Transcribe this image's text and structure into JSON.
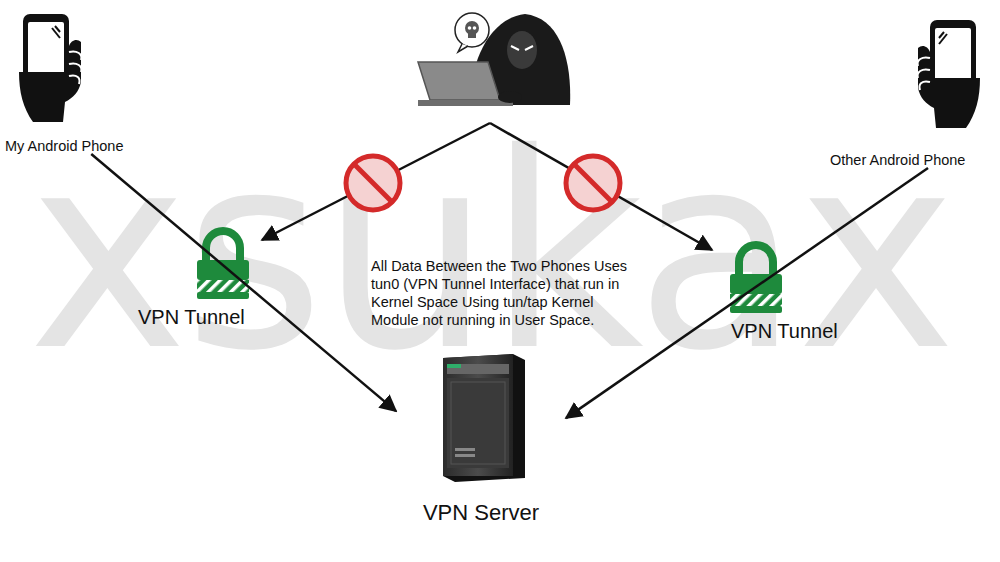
{
  "diagram": {
    "nodes": [
      {
        "text": [
          "My Android Phone"
        ]
      },
      {
        "text": [
          "Other Android Phone"
        ]
      },
      {
        "text": [
          "VPN Server"
        ]
      }
    ],
    "edges": [
      {
        "from": 0,
        "to": 2,
        "arrow": "to"
      },
      {
        "from": 1,
        "to": 2,
        "arrow": "to"
      }
    ],
    "labels": [
      "xsukax",
      "VPN Tunnel",
      "VPN Tunnel",
      "All Data Between the Two Phones Uses tun0 (VPN Tunnel Interface) that run in Kernel Space Using tun/tap Kernel Module not running in User Space."
    ]
  }
}
